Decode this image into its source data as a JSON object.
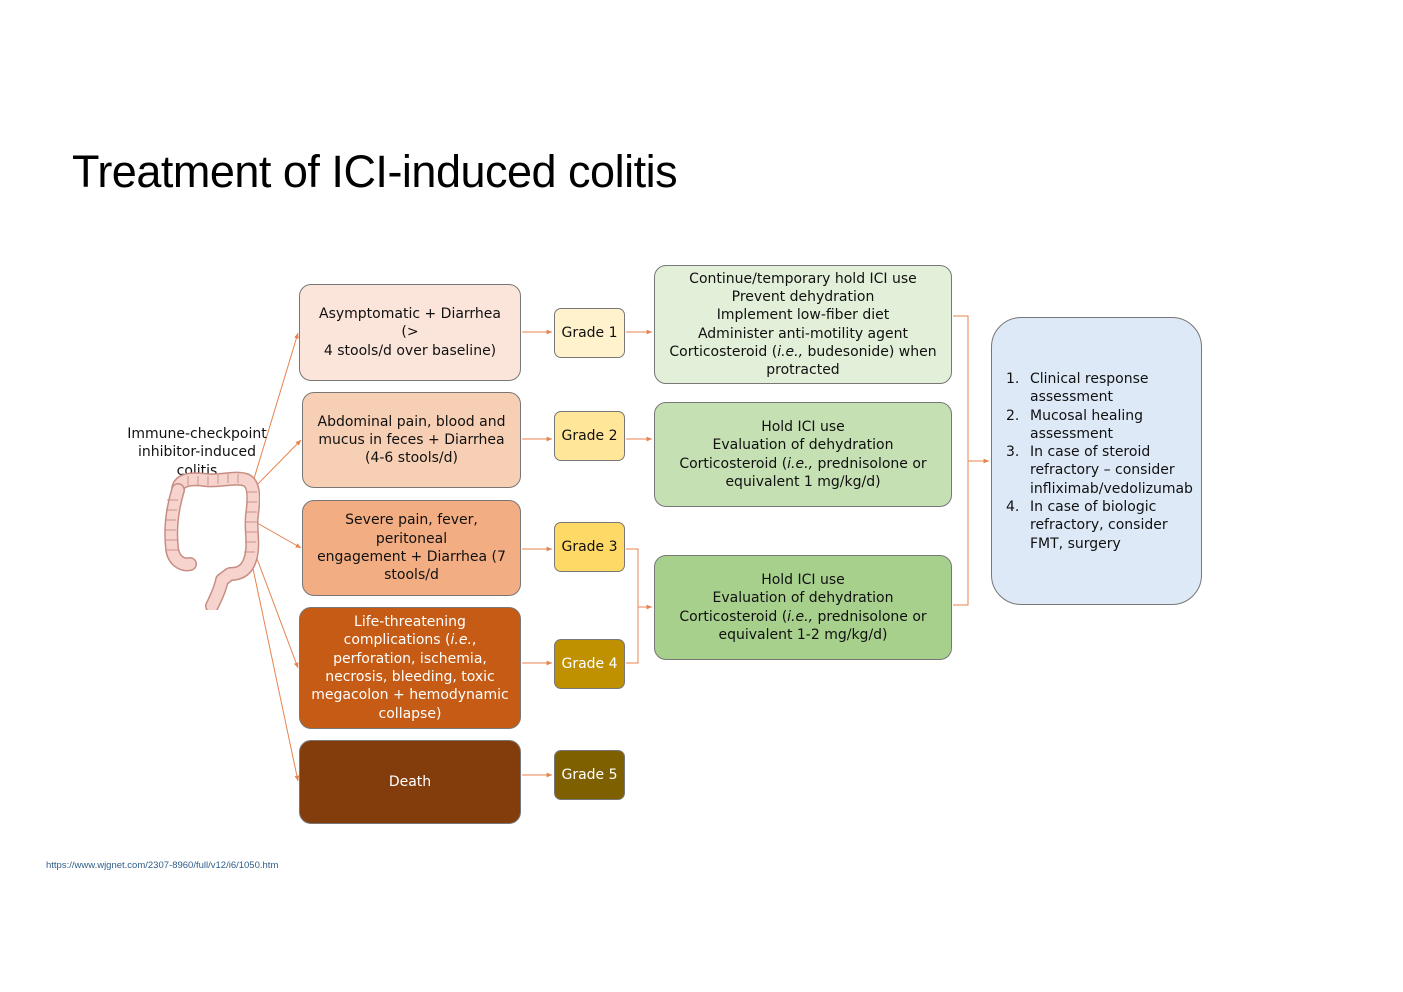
{
  "title": "Treatment of ICI-induced colitis",
  "source_link": "https://www.wjgnet.com/2307-8960/full/v12/i6/1050.htm",
  "patient_label": "Immune-checkpoint\ninhibitor-induced\ncolitis",
  "colon_icon": "colon-illustration-icon",
  "colors": {
    "sym1": "#fbe5da",
    "sym2": "#f7cfb4",
    "sym3": "#f2ad82",
    "sym4": "#c55b14",
    "sym5": "#833c0c",
    "grade1": "#fff2cc",
    "grade2": "#ffe699",
    "grade3": "#ffd966",
    "grade4": "#bf9000",
    "grade5": "#7f6000",
    "treat1": "#e2efd9",
    "treat2": "#c5e0b3",
    "treat3": "#a8d08d",
    "outcome": "#dde9f7",
    "arrow": "#e7834e"
  },
  "symptoms": [
    "Asymptomatic + Diarrhea (>\n4 stools/d over baseline)",
    "Abdominal pain, blood and\nmucus in feces + Diarrhea\n(4-6 stools/d)",
    "Severe pain, fever, peritoneal\nengagement + Diarrhea (7\nstools/d",
    "Life-threatening\ncomplications (i.e.,\nperforation, ischemia,\nnecrosis, bleeding, toxic\nmegacolon + hemodynamic\ncollapse)",
    "Death"
  ],
  "grades": [
    "Grade 1",
    "Grade 2",
    "Grade 3",
    "Grade 4",
    "Grade 5"
  ],
  "treatments": {
    "t1": {
      "line1": "Continue/temporary hold ICI use",
      "line2": "Prevent dehydration",
      "line3": "Implement low-fiber diet",
      "line4": "Administer anti-motility agent",
      "line5_pre": "Corticosteroid (",
      "line5_em": "i.e.,",
      "line5_post": " budesonide) when",
      "line6": "protracted"
    },
    "t2": {
      "line1": "Hold ICI use",
      "line2": "Evaluation of dehydration",
      "line3_pre": "Corticosteroid (",
      "line3_em": "i.e.,",
      "line3_post": " prednisolone or",
      "line4": "equivalent 1 mg/kg/d)"
    },
    "t3": {
      "line1": "Hold ICI use",
      "line2": "Evaluation of dehydration",
      "line3_pre": "Corticosteroid (",
      "line3_em": "i.e.,",
      "line3_post": " prednisolone or",
      "line4": "equivalent 1-2 mg/kg/d)"
    }
  },
  "outcomes": [
    {
      "num": "1.",
      "text": "Clinical response assessment"
    },
    {
      "num": "2.",
      "text": "Mucosal healing assessment"
    },
    {
      "num": "3.",
      "text": "In case of steroid refractory – consider infliximab/vedolizumab"
    },
    {
      "num": "4.",
      "text": "In case of biologic refractory, consider FMT, surgery"
    }
  ]
}
